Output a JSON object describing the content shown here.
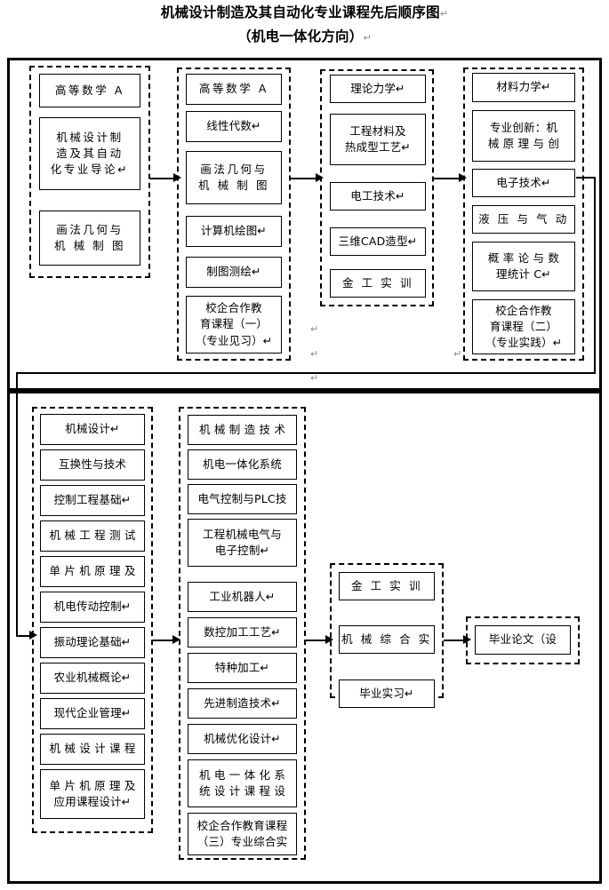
{
  "title": {
    "line1": "机械设计制造及其自动化专业课程先后顺序图",
    "line2": "（机电一体化方向）",
    "pilcrow": "↵"
  },
  "diagram": {
    "type": "flowchart",
    "direction": "left-to-right, wrapping to second row",
    "columns": [
      {
        "id": "col1",
        "index": 1,
        "boxes": [
          {
            "label": "高等数学 A",
            "spaced": true
          },
          {
            "label": "机械设计制\n造及其自动\n化专业导论↵",
            "spaced": true
          },
          {
            "label": "画法几何与\n机 械 制 图",
            "spaced": true
          }
        ]
      },
      {
        "id": "col2",
        "index": 2,
        "boxes": [
          {
            "label": "高等数学 A",
            "spaced": true
          },
          {
            "label": "线性代数↵",
            "spaced": false
          },
          {
            "label": "画法几何与\n机 械 制 图",
            "spaced": true
          },
          {
            "label": "计算机绘图↵",
            "spaced": false
          },
          {
            "label": "制图测绘↵",
            "spaced": false
          },
          {
            "label": "校企合作教\n育课程（一）\n（专业见习）↵",
            "spaced": false
          }
        ]
      },
      {
        "id": "col3",
        "index": 3,
        "boxes": [
          {
            "label": "理论力学↵",
            "spaced": false
          },
          {
            "label": "工程材料及\n热成型工艺↵",
            "spaced": false
          },
          {
            "label": "电工技术↵",
            "spaced": false
          },
          {
            "label": "三维CAD造型↵",
            "spaced": false
          },
          {
            "label": "金 工 实 训",
            "spaced": true
          }
        ]
      },
      {
        "id": "col4",
        "index": 4,
        "boxes": [
          {
            "label": "材料力学↵",
            "spaced": false
          },
          {
            "label": "专业创新：机\n械 原 理 与 创",
            "spaced": false
          },
          {
            "label": "电子技术↵",
            "spaced": false
          },
          {
            "label": "液 压 与 气 动",
            "spaced": true
          },
          {
            "label": "概 率 论 与 数\n理统计 C↵",
            "spaced": false
          },
          {
            "label": "校企合作教\n育课程（二）\n（专业实践）↵",
            "spaced": false
          }
        ]
      },
      {
        "id": "col5",
        "index": 5,
        "boxes": [
          {
            "label": "机械设计↵",
            "spaced": false
          },
          {
            "label": "互换性与技术",
            "spaced": false
          },
          {
            "label": "控制工程基础↵",
            "spaced": false
          },
          {
            "label": "机 械 工 程 测 试",
            "spaced": false
          },
          {
            "label": "单 片 机 原 理 及",
            "spaced": false
          },
          {
            "label": "机电传动控制↵",
            "spaced": false
          },
          {
            "label": "振动理论基础↵",
            "spaced": false
          },
          {
            "label": "农业机械概论↵",
            "spaced": false
          },
          {
            "label": "现代企业管理↵",
            "spaced": false
          },
          {
            "label": "机 械 设 计 课 程",
            "spaced": false
          },
          {
            "label": "单 片 机 原 理 及\n应用课程设计↵",
            "spaced": false
          }
        ]
      },
      {
        "id": "col6",
        "index": 6,
        "boxes": [
          {
            "label": "机 械 制 造 技 术",
            "spaced": false
          },
          {
            "label": "机电一体化系统",
            "spaced": false
          },
          {
            "label": "电气控制与PLC技",
            "spaced": false
          },
          {
            "label": "工程机械电气与\n电子控制↵",
            "spaced": false
          },
          {
            "label": "工业机器人↵",
            "spaced": false
          },
          {
            "label": "数控加工工艺↵",
            "spaced": false
          },
          {
            "label": "特种加工↵",
            "spaced": false
          },
          {
            "label": "先进制造技术↵",
            "spaced": false
          },
          {
            "label": "机械优化设计↵",
            "spaced": false
          },
          {
            "label": "机 电 一 体 化 系\n统 设 计 课 程 设",
            "spaced": false
          },
          {
            "label": "校企合作教育课程\n（三）专业综合实",
            "spaced": false
          }
        ]
      },
      {
        "id": "col7",
        "index": 7,
        "boxes": [
          {
            "label": "金 工 实 训",
            "spaced": true
          },
          {
            "label": "机 械 综 合 实",
            "spaced": true
          },
          {
            "label": "毕业实习↵",
            "spaced": false
          }
        ]
      },
      {
        "id": "col8",
        "index": 8,
        "boxes": [
          {
            "label": "毕业论文（设",
            "spaced": false
          }
        ]
      }
    ],
    "pilcrows": [
      "↵",
      "↵",
      "↵",
      "↵"
    ]
  }
}
